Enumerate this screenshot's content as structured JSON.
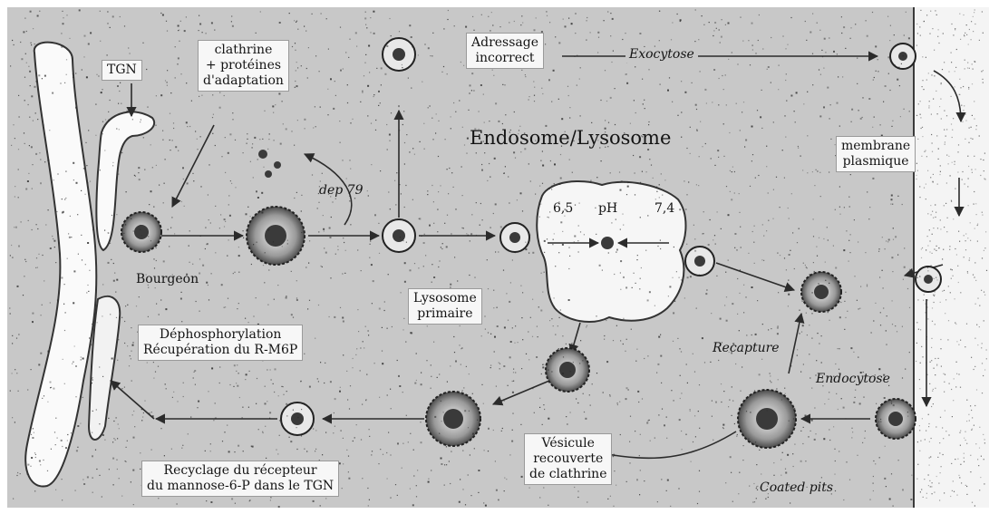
{
  "diagram": {
    "labels": {
      "tgn": "TGN",
      "clathrin": "clathrine\n+ protéines\nd'adaptation",
      "dep79": "dep 79",
      "adressage": "Adressage\nincorrect",
      "exocytose": "Exocytose",
      "endosome": "Endosome/Lysosome",
      "ph_left": "6,5",
      "ph": "pH",
      "ph_right": "7,4",
      "membrane": "membrane\nplasmique",
      "bourgeon": "Bourgeon",
      "lysosome": "Lysosome\nprimaire",
      "deposphorylation": "Déphosphorylation\nRécupération du R-M6P",
      "recapture": "Recapture",
      "endocytose": "Endocytose",
      "recyclage": "Recyclage du récepteur\ndu mannose-6-P dans le TGN",
      "vesicule": "Vésicule\nrecouverte\nde clathrine",
      "coated_pits": "Coated pits"
    },
    "colors": {
      "cytoplasm": "#c8c8c8",
      "speckle": "#2a2a2a",
      "line": "#2b2b2b",
      "outside": "#ffffff"
    }
  }
}
